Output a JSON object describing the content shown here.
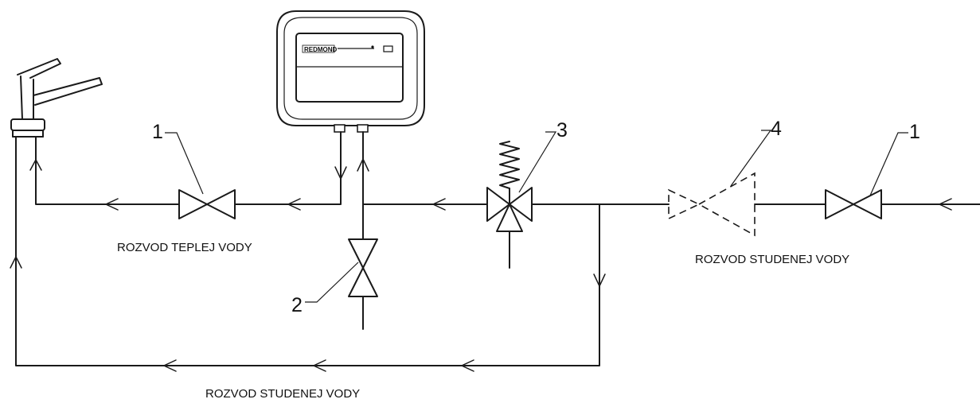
{
  "labels": {
    "hot_distribution": "ROZVOD TEPLEJ VODY",
    "cold_distribution_right": "ROZVOD STUDENEJ VODY",
    "cold_distribution_bottom": "ROZVOD STUDENEJ VODY"
  },
  "callouts": {
    "valve_left": "1",
    "valve_right": "1",
    "drain_valve": "2",
    "safety_valve": "3",
    "reducer": "4"
  },
  "heater": {
    "panel_text": "REDMOND"
  }
}
